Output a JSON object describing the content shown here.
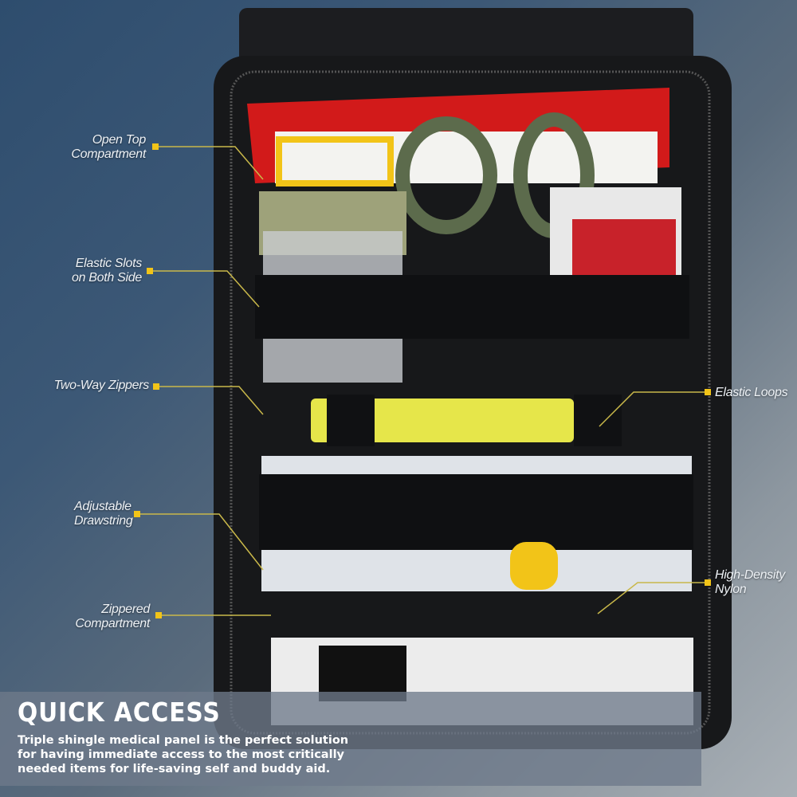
{
  "callouts": {
    "open_top": "Open Top\nCompartment",
    "elastic_slots": "Elastic Slots\non Both Side",
    "two_way_zippers": "Two-Way Zippers",
    "drawstring": "Adjustable\nDrawstring",
    "zippered": "Zippered\nCompartment",
    "elastic_loops": "Elastic Loops",
    "nylon": "High-Density\nNylon"
  },
  "banner": {
    "title": "QUICK ACCESS",
    "text": "Triple shingle medical panel is the perfect solution for having immediate access to the most critically needed items for life-saving self and buddy aid."
  },
  "colors": {
    "accent": "#f2c418",
    "bag": "#18191b",
    "callout_line": "#c9b84a"
  }
}
